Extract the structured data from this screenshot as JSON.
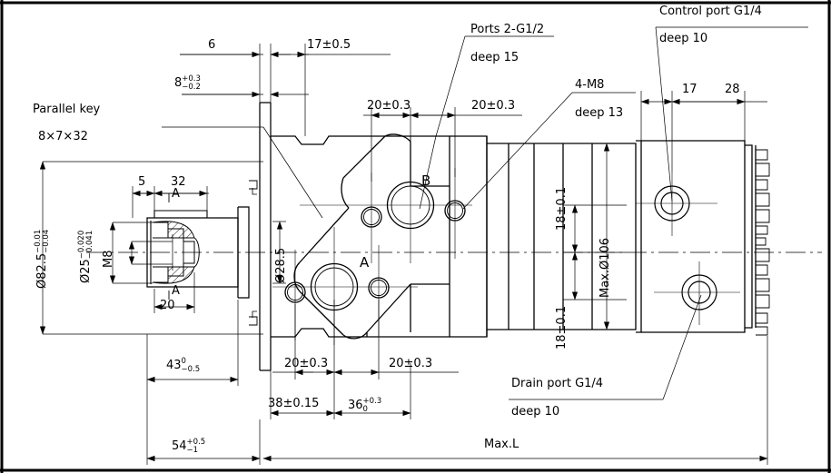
{
  "drawing": {
    "title": "Orbital hydraulic motor dimensional drawing",
    "line_color": "#000000",
    "background": "#ffffff"
  },
  "notes": {
    "parallel_key": {
      "line1": "Parallel key",
      "line2": "8×7×32"
    },
    "ports": {
      "line1": "Ports 2-G1/2",
      "line2": "deep 15"
    },
    "bolts": {
      "line1": "4-M8",
      "line2": "deep 13"
    },
    "control_port": {
      "line1": "Control port G1/4",
      "line2": "deep 10"
    },
    "drain_port": {
      "line1": "Drain port G1/4",
      "line2": "deep 10"
    }
  },
  "dimensions": {
    "top": {
      "d6": "6",
      "d17": {
        "value": "17",
        "tol": "±0.5",
        "text": "17±0.5"
      },
      "d8": {
        "value": "8",
        "upper": "+0.3",
        "lower": "−0.2"
      },
      "d20_a": "20±0.3",
      "d20_b": "20±0.3",
      "d17_right": "17",
      "d28_right": "28"
    },
    "left": {
      "dia82_5": {
        "value": "Ø82.5",
        "upper": "−0.01",
        "lower": "−0.04"
      },
      "dia25": {
        "value": "Ø25",
        "upper": "−0.020",
        "lower": "−0.041"
      },
      "thread_m8": "M8",
      "d5": "5",
      "d32": "32",
      "d20": "20",
      "datum_a_top": "A",
      "datum_a_bottom": "A"
    },
    "center": {
      "dia28_5": "Ø28.5",
      "port_a": "A",
      "port_b": "B"
    },
    "right": {
      "d18_top": "18±0.1",
      "d18_bottom": "18±0.1",
      "max_dia": "Max.Ø106"
    },
    "bottom": {
      "d43": {
        "value": "43",
        "upper": "0",
        "lower": "−0.5"
      },
      "d54": {
        "value": "54",
        "upper": "+0.5",
        "lower": "−1"
      },
      "d20_a": "20±0.3",
      "d20_b": "20±0.3",
      "d38": "38±0.15",
      "d36": {
        "value": "36",
        "upper": "+0.3",
        "lower": "0"
      },
      "max_l": "Max.L"
    }
  }
}
